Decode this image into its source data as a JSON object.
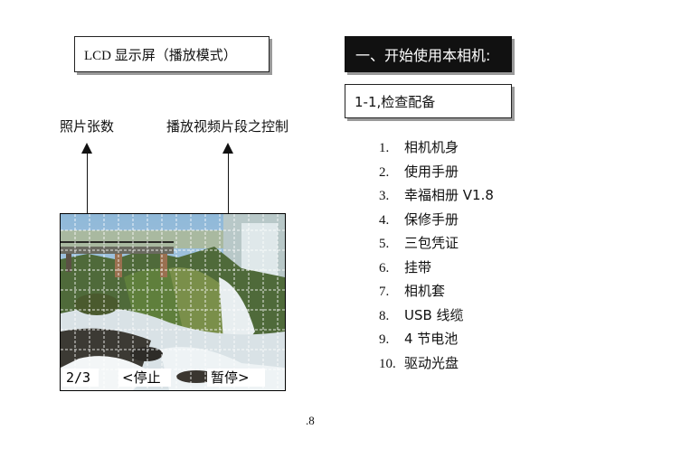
{
  "lcd_label": "LCD 显示屏（播放模式）",
  "section_title": "一、开始使用本相机:",
  "subsection_title": "1-1,检查配备",
  "captions": {
    "photo_count": "照片张数",
    "video_control": "播放视频片段之控制"
  },
  "screen": {
    "count": "2/3",
    "stop": "<停止",
    "pause": "暂停>"
  },
  "checklist": [
    {
      "num": "1.",
      "text": "相机机身"
    },
    {
      "num": "2.",
      "text": "使用手册"
    },
    {
      "num": "3.",
      "text": "幸福相册 V1.8"
    },
    {
      "num": "4.",
      "text": "保修手册"
    },
    {
      "num": "5.",
      "text": "三包凭证"
    },
    {
      "num": "6.",
      "text": "挂带"
    },
    {
      "num": "7.",
      "text": "相机套"
    },
    {
      "num": "8.",
      "text": "USB 线缆"
    },
    {
      "num": "9.",
      "text": "4 节电池"
    },
    {
      "num": "10.",
      "text": "驱动光盘"
    }
  ],
  "page_number": ".8"
}
